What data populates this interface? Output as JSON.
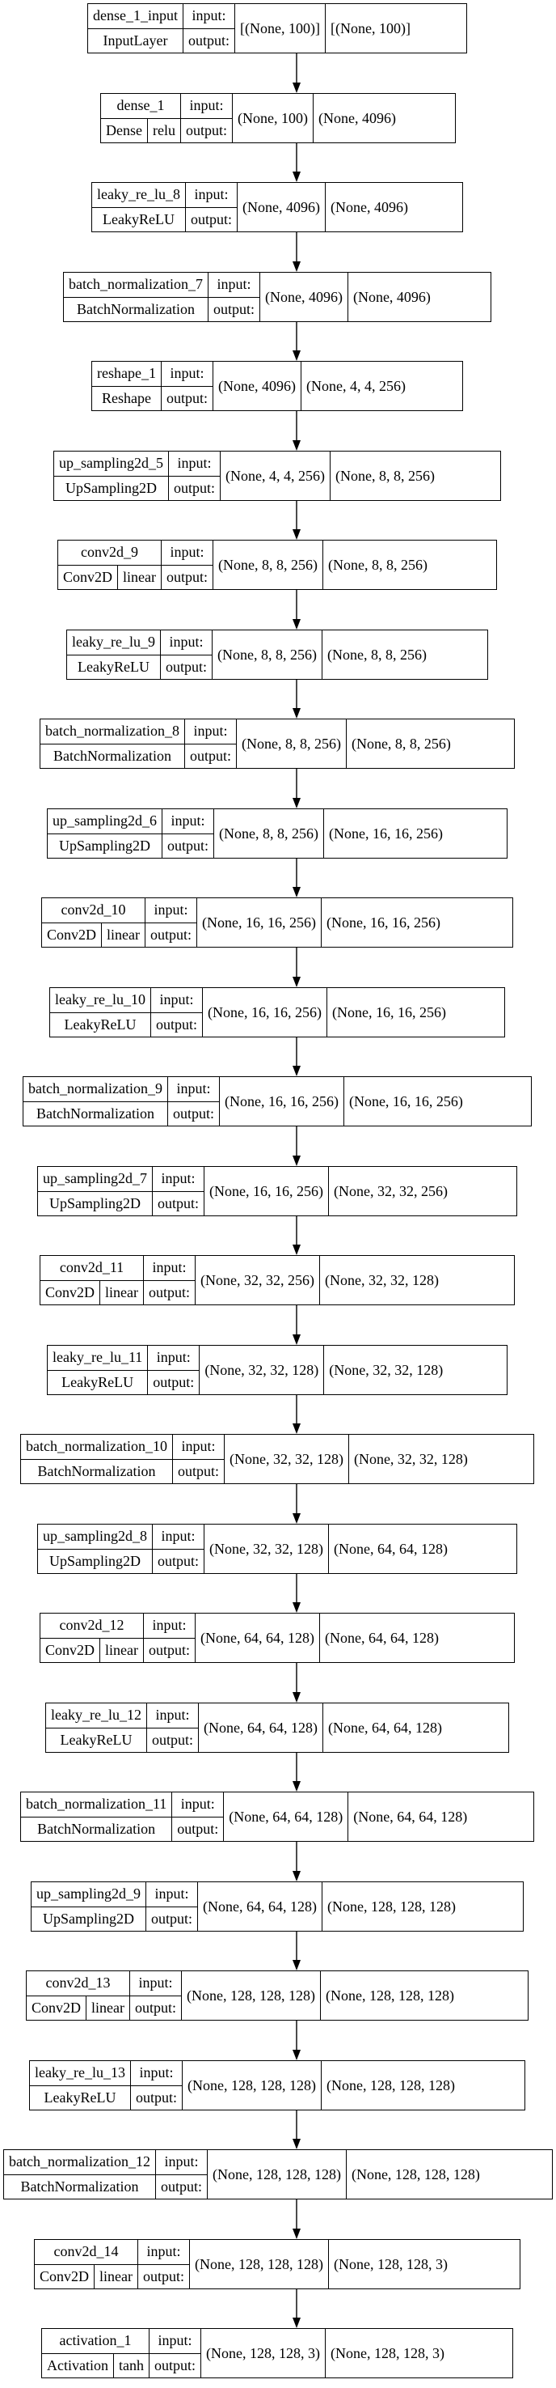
{
  "layers": [
    {
      "name": "dense_1_input",
      "type": "InputLayer",
      "activation": "",
      "input_label": "input:",
      "output_label": "output:",
      "input_shape": "[(None, 100)]",
      "output_shape": "[(None, 100)]"
    },
    {
      "name": "dense_1",
      "type": "Dense",
      "activation": "relu",
      "input_label": "input:",
      "output_label": "output:",
      "input_shape": "(None, 100)",
      "output_shape": "(None, 4096)"
    },
    {
      "name": "leaky_re_lu_8",
      "type": "LeakyReLU",
      "activation": "",
      "input_label": "input:",
      "output_label": "output:",
      "input_shape": "(None, 4096)",
      "output_shape": "(None, 4096)"
    },
    {
      "name": "batch_normalization_7",
      "type": "BatchNormalization",
      "activation": "",
      "input_label": "input:",
      "output_label": "output:",
      "input_shape": "(None, 4096)",
      "output_shape": "(None, 4096)"
    },
    {
      "name": "reshape_1",
      "type": "Reshape",
      "activation": "",
      "input_label": "input:",
      "output_label": "output:",
      "input_shape": "(None, 4096)",
      "output_shape": "(None, 4, 4, 256)"
    },
    {
      "name": "up_sampling2d_5",
      "type": "UpSampling2D",
      "activation": "",
      "input_label": "input:",
      "output_label": "output:",
      "input_shape": "(None, 4, 4, 256)",
      "output_shape": "(None, 8, 8, 256)"
    },
    {
      "name": "conv2d_9",
      "type": "Conv2D",
      "activation": "linear",
      "input_label": "input:",
      "output_label": "output:",
      "input_shape": "(None, 8, 8, 256)",
      "output_shape": "(None, 8, 8, 256)"
    },
    {
      "name": "leaky_re_lu_9",
      "type": "LeakyReLU",
      "activation": "",
      "input_label": "input:",
      "output_label": "output:",
      "input_shape": "(None, 8, 8, 256)",
      "output_shape": "(None, 8, 8, 256)"
    },
    {
      "name": "batch_normalization_8",
      "type": "BatchNormalization",
      "activation": "",
      "input_label": "input:",
      "output_label": "output:",
      "input_shape": "(None, 8, 8, 256)",
      "output_shape": "(None, 8, 8, 256)"
    },
    {
      "name": "up_sampling2d_6",
      "type": "UpSampling2D",
      "activation": "",
      "input_label": "input:",
      "output_label": "output:",
      "input_shape": "(None, 8, 8, 256)",
      "output_shape": "(None, 16, 16, 256)"
    },
    {
      "name": "conv2d_10",
      "type": "Conv2D",
      "activation": "linear",
      "input_label": "input:",
      "output_label": "output:",
      "input_shape": "(None, 16, 16, 256)",
      "output_shape": "(None, 16, 16, 256)"
    },
    {
      "name": "leaky_re_lu_10",
      "type": "LeakyReLU",
      "activation": "",
      "input_label": "input:",
      "output_label": "output:",
      "input_shape": "(None, 16, 16, 256)",
      "output_shape": "(None, 16, 16, 256)"
    },
    {
      "name": "batch_normalization_9",
      "type": "BatchNormalization",
      "activation": "",
      "input_label": "input:",
      "output_label": "output:",
      "input_shape": "(None, 16, 16, 256)",
      "output_shape": "(None, 16, 16, 256)"
    },
    {
      "name": "up_sampling2d_7",
      "type": "UpSampling2D",
      "activation": "",
      "input_label": "input:",
      "output_label": "output:",
      "input_shape": "(None, 16, 16, 256)",
      "output_shape": "(None, 32, 32, 256)"
    },
    {
      "name": "conv2d_11",
      "type": "Conv2D",
      "activation": "linear",
      "input_label": "input:",
      "output_label": "output:",
      "input_shape": "(None, 32, 32, 256)",
      "output_shape": "(None, 32, 32, 128)"
    },
    {
      "name": "leaky_re_lu_11",
      "type": "LeakyReLU",
      "activation": "",
      "input_label": "input:",
      "output_label": "output:",
      "input_shape": "(None, 32, 32, 128)",
      "output_shape": "(None, 32, 32, 128)"
    },
    {
      "name": "batch_normalization_10",
      "type": "BatchNormalization",
      "activation": "",
      "input_label": "input:",
      "output_label": "output:",
      "input_shape": "(None, 32, 32, 128)",
      "output_shape": "(None, 32, 32, 128)"
    },
    {
      "name": "up_sampling2d_8",
      "type": "UpSampling2D",
      "activation": "",
      "input_label": "input:",
      "output_label": "output:",
      "input_shape": "(None, 32, 32, 128)",
      "output_shape": "(None, 64, 64, 128)"
    },
    {
      "name": "conv2d_12",
      "type": "Conv2D",
      "activation": "linear",
      "input_label": "input:",
      "output_label": "output:",
      "input_shape": "(None, 64, 64, 128)",
      "output_shape": "(None, 64, 64, 128)"
    },
    {
      "name": "leaky_re_lu_12",
      "type": "LeakyReLU",
      "activation": "",
      "input_label": "input:",
      "output_label": "output:",
      "input_shape": "(None, 64, 64, 128)",
      "output_shape": "(None, 64, 64, 128)"
    },
    {
      "name": "batch_normalization_11",
      "type": "BatchNormalization",
      "activation": "",
      "input_label": "input:",
      "output_label": "output:",
      "input_shape": "(None, 64, 64, 128)",
      "output_shape": "(None, 64, 64, 128)"
    },
    {
      "name": "up_sampling2d_9",
      "type": "UpSampling2D",
      "activation": "",
      "input_label": "input:",
      "output_label": "output:",
      "input_shape": "(None, 64, 64, 128)",
      "output_shape": "(None, 128, 128, 128)"
    },
    {
      "name": "conv2d_13",
      "type": "Conv2D",
      "activation": "linear",
      "input_label": "input:",
      "output_label": "output:",
      "input_shape": "(None, 128, 128, 128)",
      "output_shape": "(None, 128, 128, 128)"
    },
    {
      "name": "leaky_re_lu_13",
      "type": "LeakyReLU",
      "activation": "",
      "input_label": "input:",
      "output_label": "output:",
      "input_shape": "(None, 128, 128, 128)",
      "output_shape": "(None, 128, 128, 128)"
    },
    {
      "name": "batch_normalization_12",
      "type": "BatchNormalization",
      "activation": "",
      "input_label": "input:",
      "output_label": "output:",
      "input_shape": "(None, 128, 128, 128)",
      "output_shape": "(None, 128, 128, 128)"
    },
    {
      "name": "conv2d_14",
      "type": "Conv2D",
      "activation": "linear",
      "input_label": "input:",
      "output_label": "output:",
      "input_shape": "(None, 128, 128, 128)",
      "output_shape": "(None, 128, 128, 3)"
    },
    {
      "name": "activation_1",
      "type": "Activation",
      "activation": "tanh",
      "input_label": "input:",
      "output_label": "output:",
      "input_shape": "(None, 128, 128, 3)",
      "output_shape": "(None, 128, 128, 3)"
    }
  ]
}
